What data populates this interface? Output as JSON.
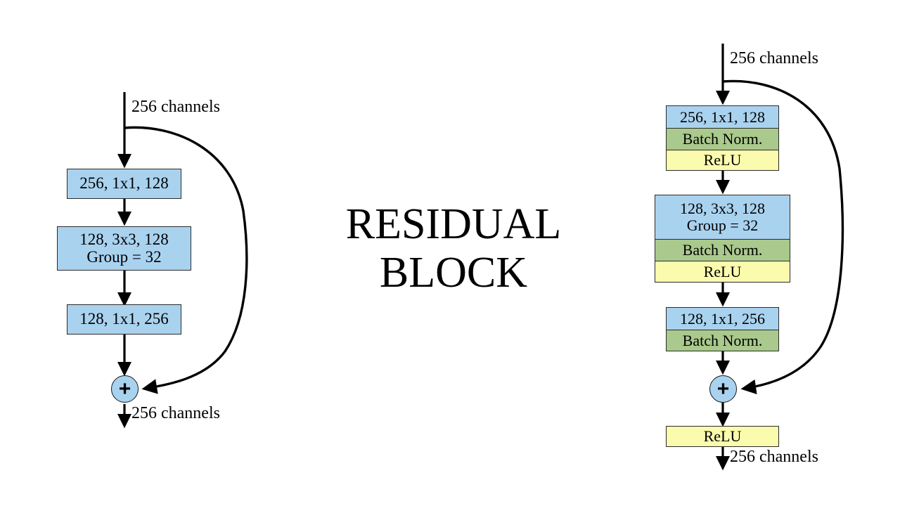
{
  "meta": {
    "background": "#ffffff",
    "colors": {
      "conv_blue": "#a9d2ef",
      "batchnorm_green": "#aac98c",
      "relu_yellow": "#fbfbae",
      "stroke": "#2b2b2b",
      "text": "#000000"
    }
  },
  "title": {
    "line1": "RESIDUAL",
    "line2": "BLOCK"
  },
  "left_diagram": {
    "name": "residual-block-without-batchnorm",
    "input_label": "256 channels",
    "output_label": "256 channels",
    "adder_symbol": "+",
    "blocks": [
      {
        "id": "conv1",
        "type": "conv",
        "color": "conv_blue",
        "line1": "256, 1x1, 128",
        "line2": ""
      },
      {
        "id": "conv2",
        "type": "conv",
        "color": "conv_blue",
        "line1": "128, 3x3, 128",
        "line2": "Group = 32"
      },
      {
        "id": "conv3",
        "type": "conv",
        "color": "conv_blue",
        "line1": "128, 1x1, 256",
        "line2": ""
      }
    ]
  },
  "right_diagram": {
    "name": "residual-block-with-batchnorm-relu",
    "input_label": "256 channels",
    "output_label": "256 channels",
    "adder_symbol": "+",
    "groups": [
      {
        "id": "group1",
        "segments": [
          {
            "type": "conv",
            "color": "conv_blue",
            "line1": "256, 1x1, 128",
            "line2": ""
          },
          {
            "type": "batchnorm",
            "color": "batchnorm_green",
            "line1": "Batch Norm.",
            "line2": ""
          },
          {
            "type": "relu",
            "color": "relu_yellow",
            "line1": "ReLU",
            "line2": ""
          }
        ]
      },
      {
        "id": "group2",
        "segments": [
          {
            "type": "conv",
            "color": "conv_blue",
            "line1": "128, 3x3, 128",
            "line2": "Group = 32"
          },
          {
            "type": "batchnorm",
            "color": "batchnorm_green",
            "line1": "Batch Norm.",
            "line2": ""
          },
          {
            "type": "relu",
            "color": "relu_yellow",
            "line1": "ReLU",
            "line2": ""
          }
        ]
      },
      {
        "id": "group3",
        "segments": [
          {
            "type": "conv",
            "color": "conv_blue",
            "line1": "128, 1x1, 256",
            "line2": ""
          },
          {
            "type": "batchnorm",
            "color": "batchnorm_green",
            "line1": "Batch Norm.",
            "line2": ""
          }
        ]
      }
    ],
    "post_add": {
      "id": "relu_final",
      "type": "relu",
      "color": "relu_yellow",
      "line1": "ReLU",
      "line2": ""
    }
  }
}
